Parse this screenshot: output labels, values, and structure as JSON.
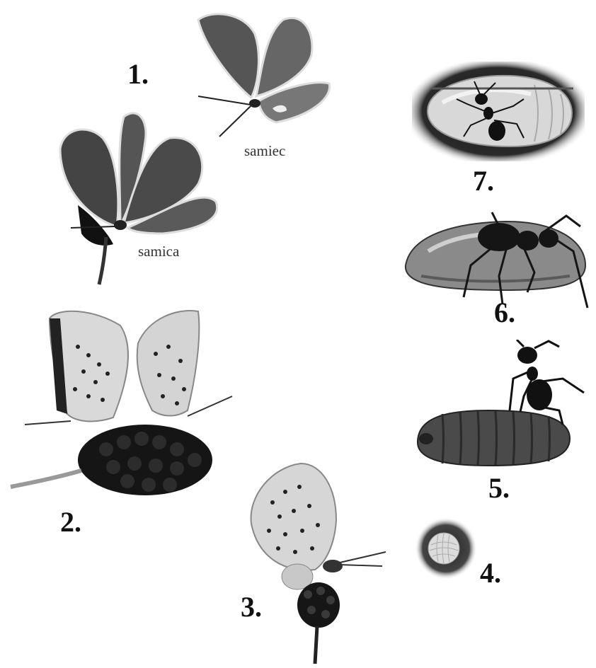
{
  "stages": {
    "s1": {
      "number": "1.",
      "caption_male": "samiec",
      "caption_female": "samica"
    },
    "s2": {
      "number": "2."
    },
    "s3": {
      "number": "3."
    },
    "s4": {
      "number": "4."
    },
    "s5": {
      "number": "5."
    },
    "s6": {
      "number": "6."
    },
    "s7": {
      "number": "7."
    }
  }
}
